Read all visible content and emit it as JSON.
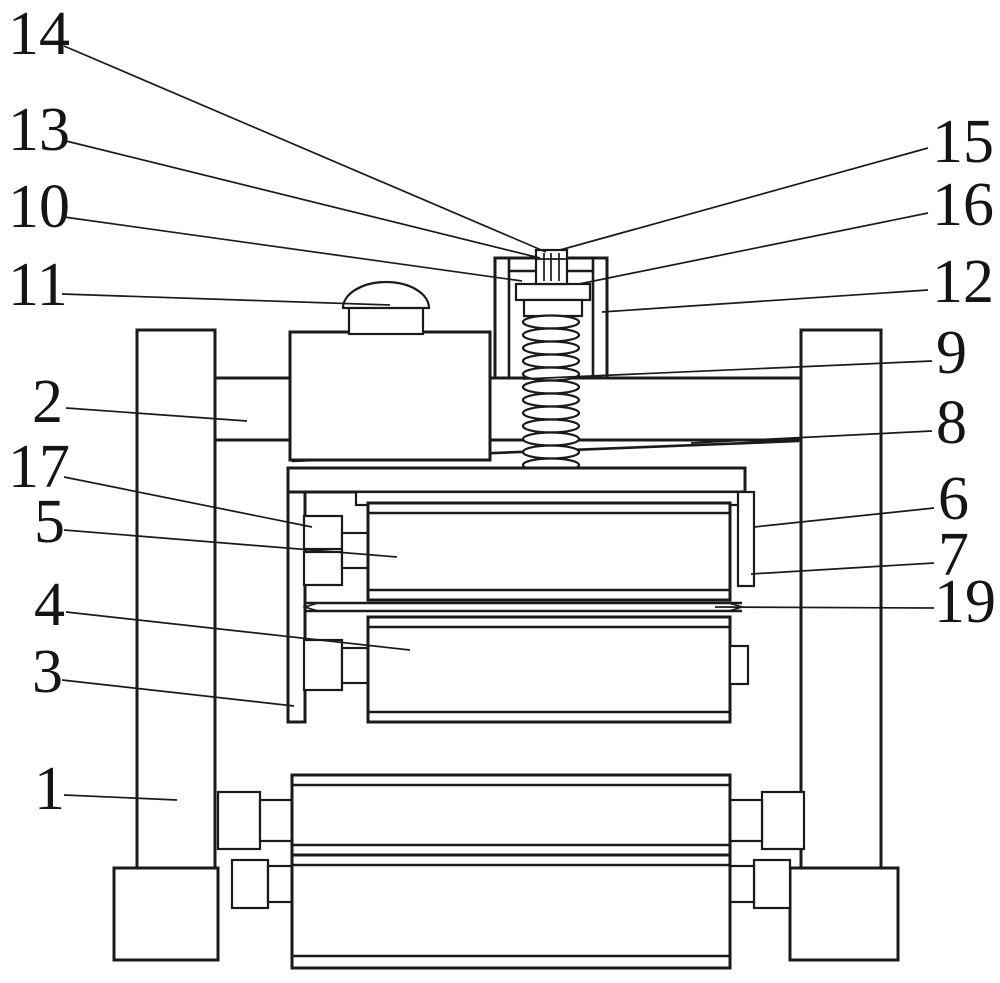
{
  "figure": {
    "kind": "patent-style mechanical line drawing",
    "ink_color": "#1a1a1a",
    "background_color": "#ffffff"
  },
  "labels": {
    "n1": "1",
    "n2": "2",
    "n3": "3",
    "n4": "4",
    "n5": "5",
    "n6": "6",
    "n7": "7",
    "n8": "8",
    "n9": "9",
    "n10": "10",
    "n11": "11",
    "n12": "12",
    "n13": "13",
    "n14": "14",
    "n15": "15",
    "n16": "16",
    "n17": "17",
    "n19": "19"
  }
}
